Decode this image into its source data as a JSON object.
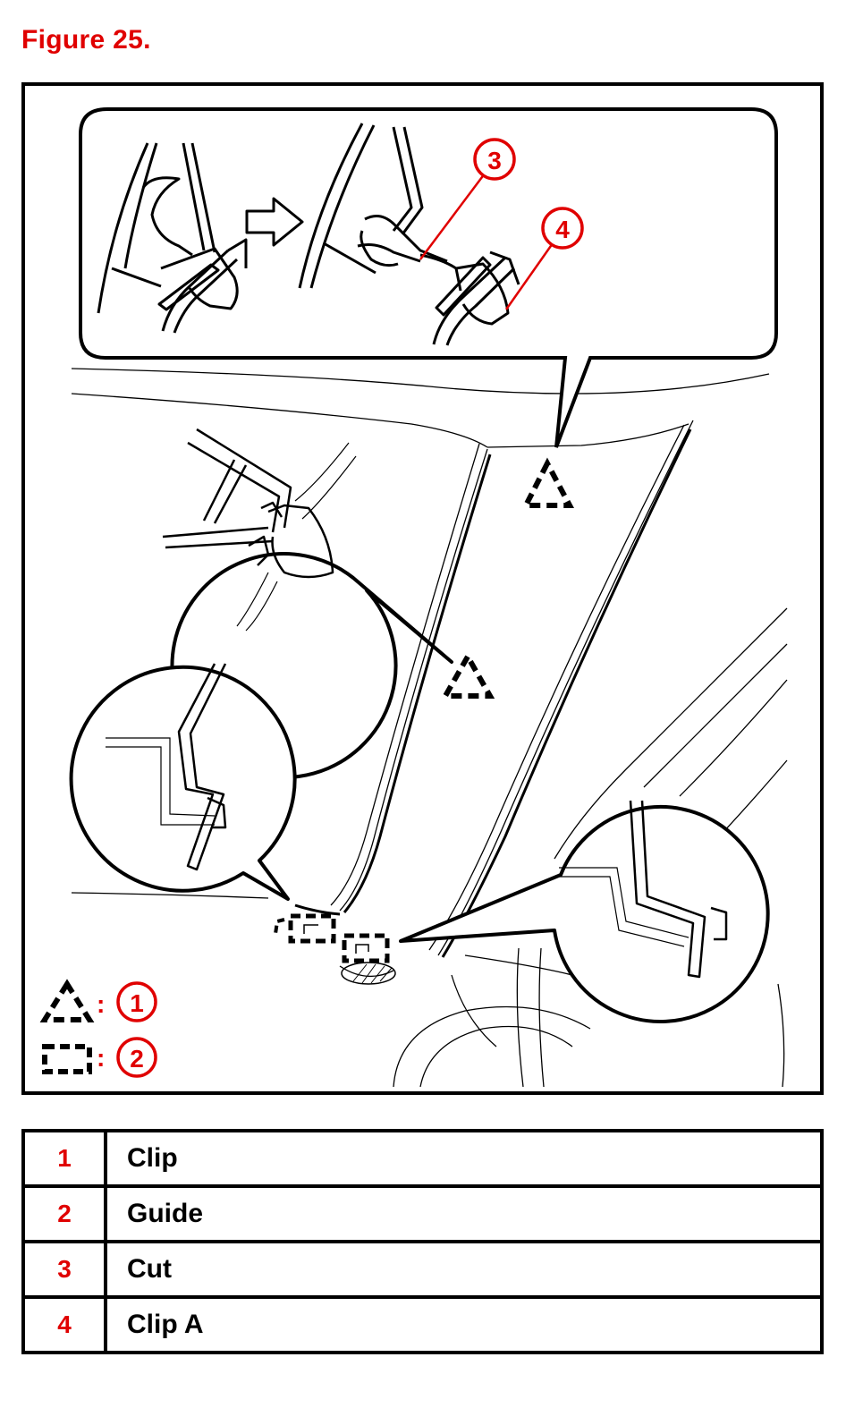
{
  "figure": {
    "title": "Figure 25.",
    "callouts": [
      {
        "id": "callout-3",
        "label": "3"
      },
      {
        "id": "callout-4",
        "label": "4"
      }
    ],
    "legend_keys": [
      {
        "symbol": "triangle-dashed",
        "sep": ":",
        "label": "1"
      },
      {
        "symbol": "rectangle-dashed",
        "sep": ":",
        "label": "2"
      }
    ],
    "colors": {
      "accent": "#e00000",
      "line": "#000000",
      "fill": "#ffffff"
    }
  },
  "legend_table": {
    "rows": [
      {
        "num": "1",
        "desc": "Clip"
      },
      {
        "num": "2",
        "desc": "Guide"
      },
      {
        "num": "3",
        "desc": "Cut"
      },
      {
        "num": "4",
        "desc": "Clip A"
      }
    ]
  }
}
